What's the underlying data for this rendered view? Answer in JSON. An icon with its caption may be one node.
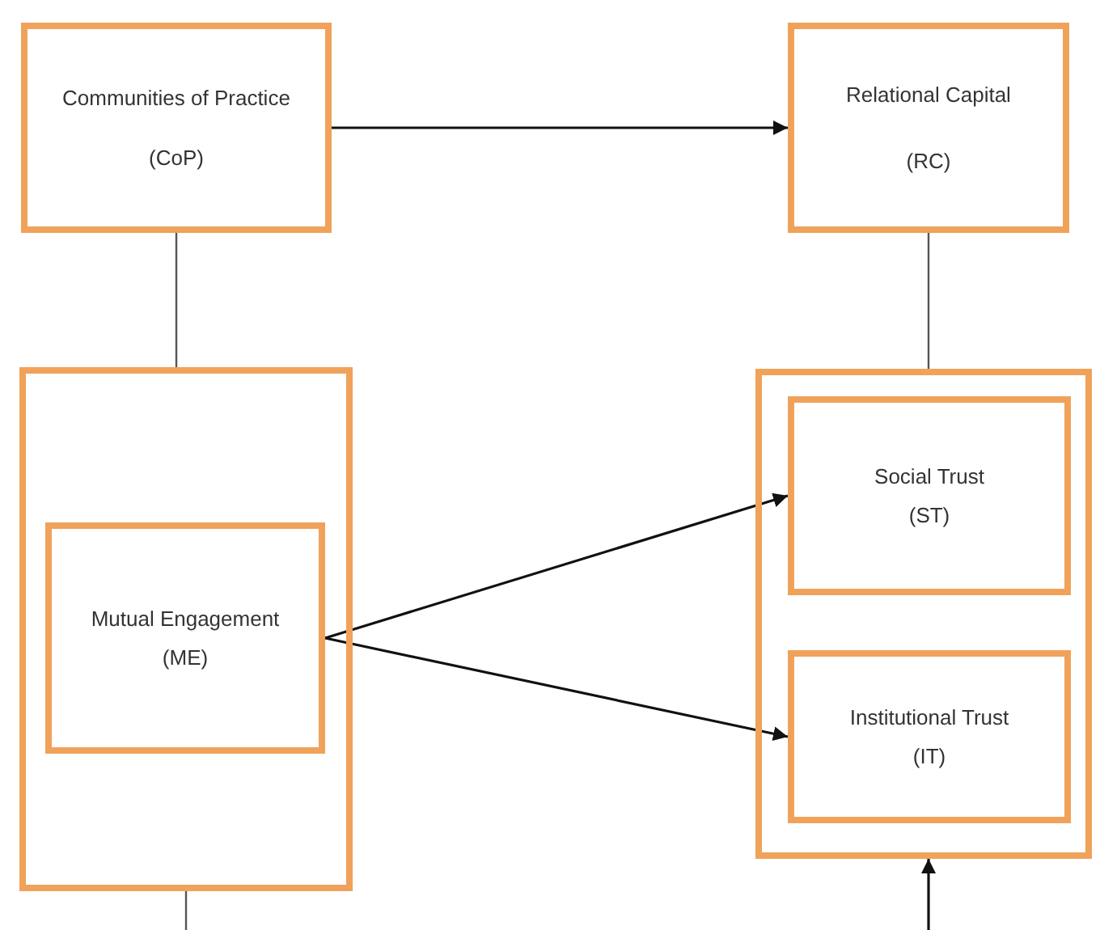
{
  "diagram": {
    "nodes": [
      {
        "text": [
          "Communities of Practice",
          "(CoP)"
        ]
      },
      {
        "text": [
          "Relational Capital",
          "(RC)"
        ]
      },
      {
        "text": [],
        "shape": "box"
      },
      {
        "text": [
          "Mutual Engagement",
          "(ME)"
        ],
        "in": 2
      },
      {
        "text": [],
        "shape": "box"
      },
      {
        "text": [
          "Social Trust",
          "(ST)"
        ],
        "in": 4
      },
      {
        "text": [
          "Institutional Trust",
          "(IT)"
        ],
        "in": 4
      }
    ],
    "edges": [
      {
        "from": 0,
        "to": 1,
        "arrow": "to"
      },
      {
        "from": 0,
        "to": 2,
        "arrow": "none"
      },
      {
        "from": 1,
        "to": 4,
        "arrow": "none"
      },
      {
        "from": 3,
        "to": 5,
        "arrow": "to"
      },
      {
        "from": 3,
        "to": 6,
        "arrow": "to"
      },
      {
        "from": 2,
        "to": null,
        "arrow": "none"
      },
      {
        "from": null,
        "to": 4,
        "arrow": "to"
      }
    ]
  }
}
